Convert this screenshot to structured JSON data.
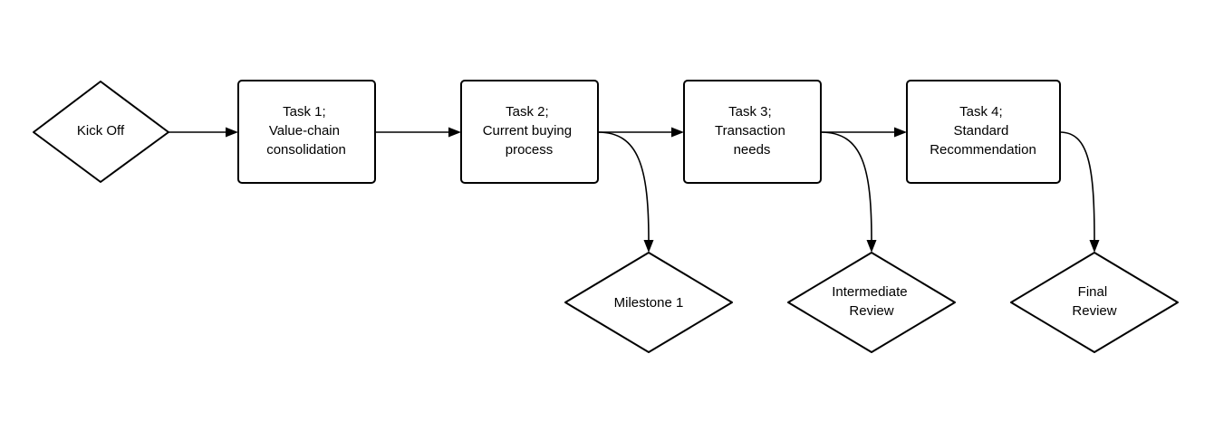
{
  "diagram": {
    "nodes": {
      "kickoff": {
        "lines": [
          "Kick Off"
        ]
      },
      "task1": {
        "lines": [
          "Task 1;",
          "Value-chain",
          "consolidation"
        ]
      },
      "task2": {
        "lines": [
          "Task 2;",
          "Current buying",
          "process"
        ]
      },
      "task3": {
        "lines": [
          "Task 3;",
          "Transaction",
          "needs"
        ]
      },
      "task4": {
        "lines": [
          "Task 4;",
          "Standard",
          "Recommendation"
        ]
      },
      "milestone1": {
        "lines": [
          "Milestone 1"
        ]
      },
      "intermediate": {
        "lines": [
          "Intermediate",
          "Review"
        ]
      },
      "final": {
        "lines": [
          "Final",
          "Review"
        ]
      }
    }
  }
}
